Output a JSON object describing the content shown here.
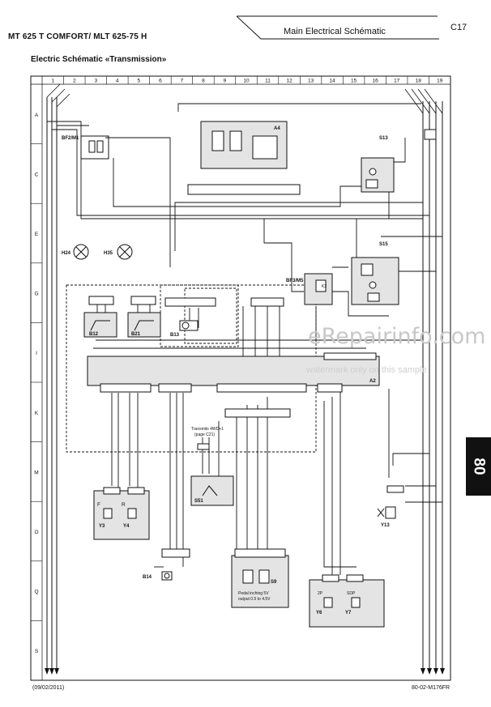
{
  "header": {
    "model": "MT 625 T COMFORT/ MLT 625-75 H",
    "tab_title": "Main Electrical Schématic",
    "page": "C17"
  },
  "section_title": "Electric Schématic «Transmission»",
  "side_tab": "80",
  "footer": {
    "date": "(09/02/2011)",
    "code": "80-02-M176FR"
  },
  "watermark": {
    "main": "eRepairinfo.com",
    "sub": "watermark only on this sample"
  },
  "grid": {
    "columns": [
      "1",
      "2",
      "3",
      "4",
      "5",
      "6",
      "7",
      "8",
      "9",
      "10",
      "11",
      "12",
      "13",
      "14",
      "15",
      "16",
      "17",
      "18",
      "19"
    ],
    "rows": [
      "A",
      "C",
      "E",
      "G",
      "I",
      "K",
      "M",
      "O",
      "Q",
      "S"
    ]
  },
  "components": {
    "bf2_m1": "BF2/M1",
    "a4": "A4",
    "s13": "S13",
    "s15": "S15",
    "h24": "H24",
    "h35": "H35",
    "b12": "B12",
    "b21": "B21",
    "b13": "B13",
    "bf3_m5": "BF3/M5",
    "a2": "A2",
    "y3": "Y3",
    "y4": "Y4",
    "s51": "S51",
    "b14": "B14",
    "s9": "S9",
    "y6": "Y6",
    "y7": "Y7",
    "y13": "Y13",
    "k2": "K2",
    "y3_letter": "F",
    "y4_letter": "R",
    "y6_letter": "2P",
    "y7_letter": "SDP",
    "pedal_note_1": "Pedal inching 5V",
    "pedal_note_2": "output 0.5 to 4.5V",
    "transmits_note_1": "Transmits 4WD+1",
    "transmits_note_2": "(page C21)"
  }
}
